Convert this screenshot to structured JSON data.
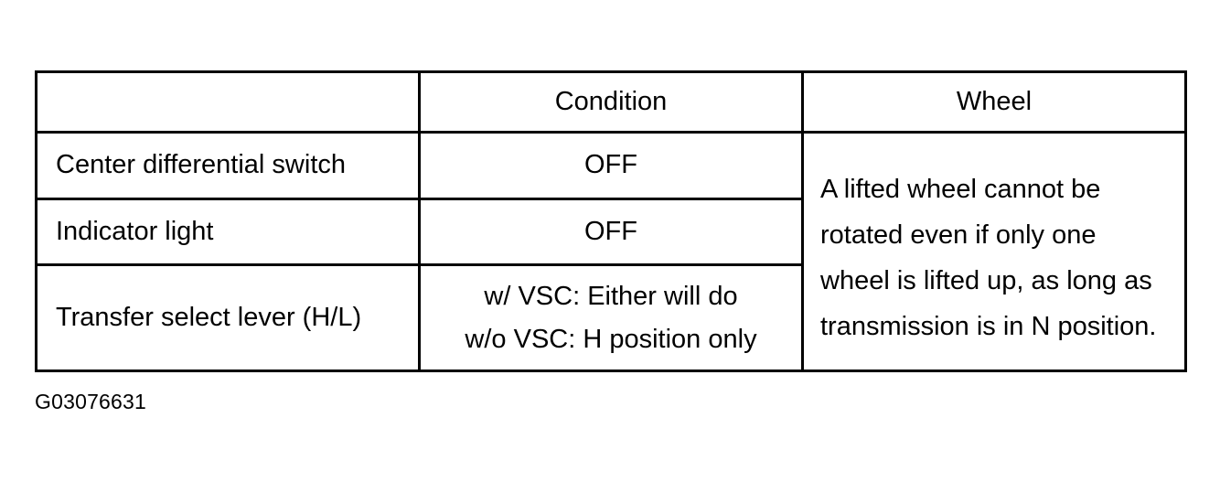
{
  "figure": {
    "caption": "G03076631"
  },
  "table": {
    "columns": [
      {
        "key": "item",
        "header": ""
      },
      {
        "key": "condition",
        "header": "Condition"
      },
      {
        "key": "wheel",
        "header": "Wheel"
      }
    ],
    "headers": {
      "item": "",
      "condition": "Condition",
      "wheel": "Wheel"
    },
    "rows": [
      {
        "item": "Center differential switch",
        "condition": "OFF"
      },
      {
        "item": "Indicator light",
        "condition": "OFF"
      },
      {
        "item": "Transfer select lever (H/L)",
        "condition_line_1": "w/ VSC: Either will do",
        "condition_line_2": "w/o VSC: H position only"
      }
    ],
    "wheel_note": "A lifted wheel cannot be rotated even if only one wheel is lifted up, as long as transmission is in N position.",
    "border_color": "#000000",
    "text_color": "#000000",
    "background_color": "#ffffff"
  }
}
